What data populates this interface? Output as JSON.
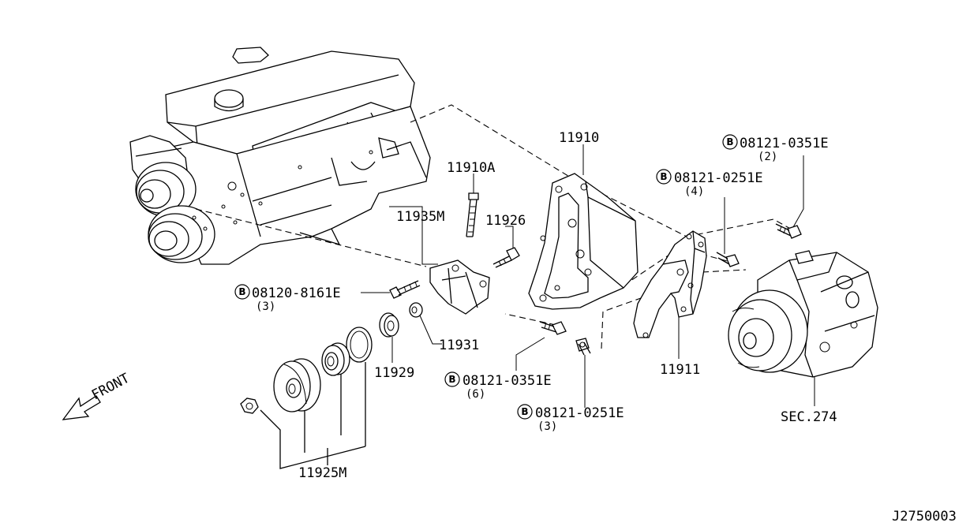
{
  "parts": {
    "p11910": "11910",
    "p11910A": "11910A",
    "p11935M": "11935M",
    "p11926": "11926",
    "p11931": "11931",
    "p11929": "11929",
    "p11925M": "11925M",
    "p11911": "11911",
    "sec274": "SEC.274"
  },
  "bolts": {
    "b1": {
      "code": "08121-0351E",
      "qty": "(2)"
    },
    "b2": {
      "code": "08121-0251E",
      "qty": "(4)"
    },
    "b3": {
      "code": "08120-8161E",
      "qty": "(3)"
    },
    "b4": {
      "code": "08121-0351E",
      "qty": "(6)"
    },
    "b5": {
      "code": "08121-0251E",
      "qty": "(3)"
    }
  },
  "bolt_symbol": "B",
  "front_label": "FRONT",
  "diagram_code": "J2750003"
}
